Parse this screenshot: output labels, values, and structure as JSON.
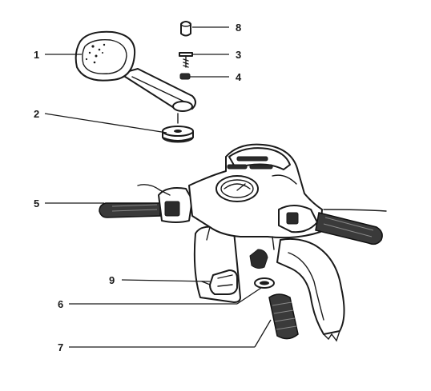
{
  "callouts": [
    {
      "id": "1",
      "label": "1"
    },
    {
      "id": "2",
      "label": "2"
    },
    {
      "id": "3",
      "label": "3"
    },
    {
      "id": "4",
      "label": "4"
    },
    {
      "id": "5",
      "label": "5"
    },
    {
      "id": "6",
      "label": "6"
    },
    {
      "id": "7",
      "label": "7"
    },
    {
      "id": "8",
      "label": "8"
    },
    {
      "id": "9",
      "label": "9"
    }
  ],
  "colors": {
    "ink": "#1a1a1a",
    "background": "#ffffff"
  },
  "icons": [
    "mirror-icon",
    "washer-icon",
    "screw-icon",
    "nut-icon",
    "plug-cap-icon",
    "handlebar-assembly-icon",
    "speedometer-icon",
    "switch-icon",
    "grommet-icon",
    "clip-icon",
    "sleeve-icon"
  ]
}
